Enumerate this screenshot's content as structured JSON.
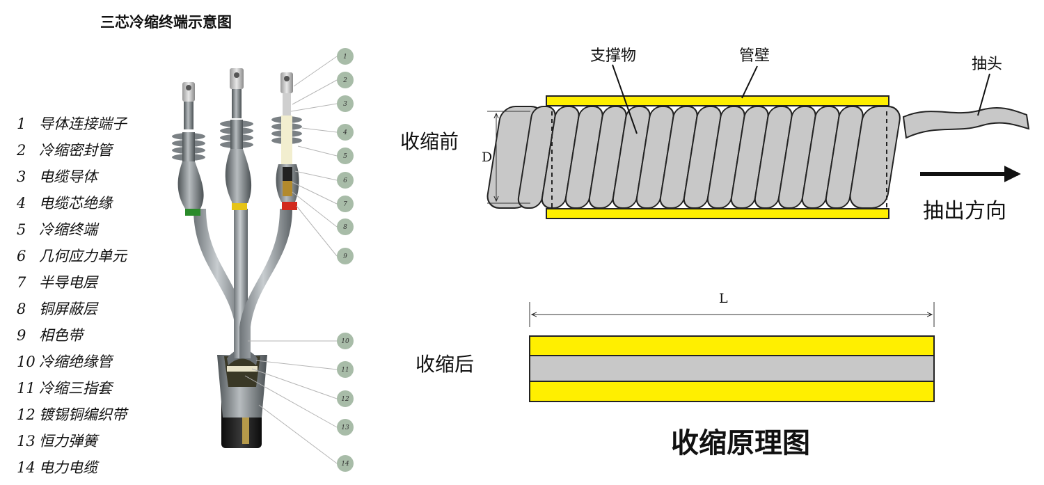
{
  "left_title": "三芯冷缩终端示意图",
  "legend": [
    {
      "num": "1",
      "text": "导体连接端子"
    },
    {
      "num": "2",
      "text": "冷缩密封管"
    },
    {
      "num": "3",
      "text": "电缆导体"
    },
    {
      "num": "4",
      "text": "电缆芯绝缘"
    },
    {
      "num": "5",
      "text": "冷缩终端"
    },
    {
      "num": "6",
      "text": "几何应力单元"
    },
    {
      "num": "7",
      "text": "半导电层"
    },
    {
      "num": "8",
      "text": "铜屏蔽层"
    },
    {
      "num": "9",
      "text": "相色带"
    },
    {
      "num": "10",
      "text": "冷缩绝缘管"
    },
    {
      "num": "11",
      "text": "冷缩三指套"
    },
    {
      "num": "12",
      "text": "镀锡铜编织带"
    },
    {
      "num": "13",
      "text": "恒力弹簧"
    },
    {
      "num": "14",
      "text": "电力电缆"
    }
  ],
  "callouts": [
    "1",
    "2",
    "3",
    "4",
    "5",
    "6",
    "7",
    "8",
    "9",
    "10",
    "11",
    "12",
    "13",
    "14"
  ],
  "labels": {
    "support": "支撑物",
    "wall": "管壁",
    "tail": "抽头",
    "before": "收缩前",
    "after": "收缩后",
    "pull_direction": "抽出方向",
    "dim_d": "D",
    "dim_l": "L",
    "principle_title": "收缩原理图"
  },
  "colors": {
    "tube_yellow": "#ffef00",
    "spring_gray": "#c8c8c8",
    "cable_gray": "#9aa0a4",
    "callout_circle": "#a8bca8",
    "phase_green": "#2a8a2a",
    "phase_yellow": "#e6c418",
    "phase_red": "#d22a1e"
  }
}
